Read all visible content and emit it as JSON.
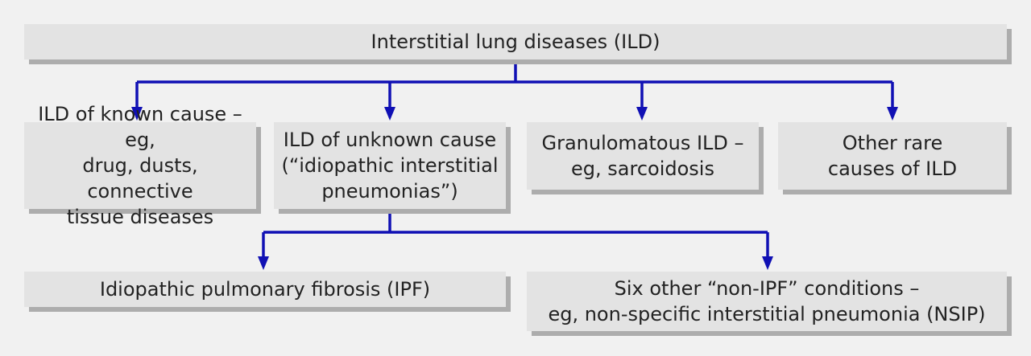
{
  "diagram": {
    "root": {
      "label": "Interstitial lung diseases (ILD)"
    },
    "level1": [
      {
        "id": "known",
        "lines": [
          "ILD of known cause – eg,",
          "drug, dusts, connective",
          "tissue diseases"
        ]
      },
      {
        "id": "unknown",
        "lines": [
          "ILD of unknown cause",
          "(“idiopathic interstitial",
          "pneumonias”)"
        ]
      },
      {
        "id": "granulomatous",
        "lines": [
          "Granulomatous ILD –",
          "eg, sarcoidosis"
        ]
      },
      {
        "id": "rare",
        "lines": [
          "Other rare",
          "causes of ILD"
        ]
      }
    ],
    "level2": [
      {
        "id": "ipf",
        "lines": [
          "Idiopathic pulmonary fibrosis (IPF)"
        ]
      },
      {
        "id": "non-ipf",
        "lines": [
          "Six other “non-IPF” conditions –",
          "eg, non-specific interstitial pneumonia (NSIP)"
        ]
      }
    ],
    "colors": {
      "connector": "#1010b4",
      "box_fill": "#e3e3e3",
      "box_shadow": "#adadad",
      "background": "#f1f1f1",
      "text": "#222222"
    }
  }
}
